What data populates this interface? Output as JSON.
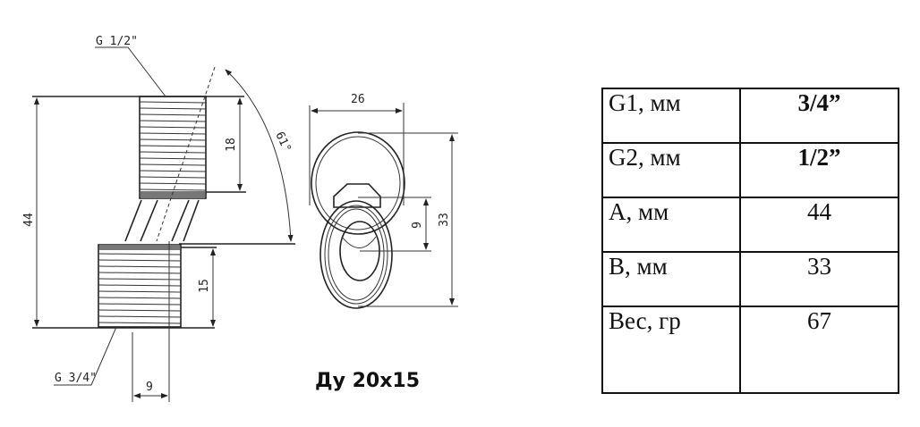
{
  "drawing": {
    "labels": {
      "thread_top": "G 1/2\"",
      "thread_bottom": "G 3/4\"",
      "dim_total_height": "44",
      "dim_top_thread": "18",
      "dim_bottom_thread": "15",
      "dim_offset": "9",
      "angle": "61°",
      "dim_width": "26",
      "dim_depth": "33",
      "dim_offset_side": "9"
    },
    "title": "Ду 20x15"
  },
  "table": {
    "rows": [
      {
        "key": "G1, мм",
        "value": "3/4”"
      },
      {
        "key": "G2, мм",
        "value": "1/2”"
      },
      {
        "key": "A, мм",
        "value": "44"
      },
      {
        "key": "B, мм",
        "value": "33"
      },
      {
        "key": "Вес, гр",
        "value": "67"
      }
    ]
  }
}
